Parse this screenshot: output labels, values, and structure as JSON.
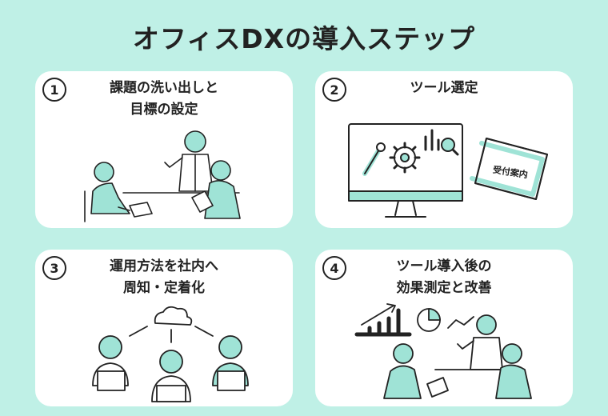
{
  "title": "オフィスDXの導入ステップ",
  "steps": [
    {
      "number": "1",
      "lines": [
        "課題の洗い出しと",
        "目標の設定"
      ]
    },
    {
      "number": "2",
      "lines": [
        "ツール選定"
      ],
      "sign": "受付案内"
    },
    {
      "number": "3",
      "lines": [
        "運用方法を社内へ",
        "周知・定着化"
      ]
    },
    {
      "number": "4",
      "lines": [
        "ツール導入後の",
        "効果測定と改善"
      ]
    }
  ],
  "colors": {
    "background": "#bff0e6",
    "card": "#ffffff",
    "accent": "#9fe3d6",
    "ink": "#222222"
  }
}
